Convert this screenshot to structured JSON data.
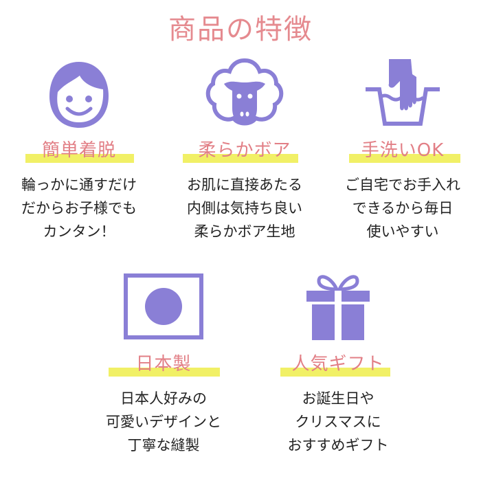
{
  "heading": "商品の特徴",
  "colors": {
    "heading": "#e58a8f",
    "label": "#e27f86",
    "highlight": "#f1f066",
    "icon": "#8a7fd6",
    "text": "#222222"
  },
  "features": [
    {
      "icon": "smiley-face-icon",
      "label": "簡単着脱",
      "lines": [
        "輪っかに通すだけ",
        "だからお子様でも",
        "カンタン！"
      ]
    },
    {
      "icon": "sheep-icon",
      "label": "柔らかボア",
      "lines": [
        "お肌に直接あたる",
        "内側は気持ち良い",
        "柔らかボア生地"
      ]
    },
    {
      "icon": "hand-wash-icon",
      "label": "手洗いOK",
      "lines": [
        "ご自宅でお手入れ",
        "できるから毎日",
        "使いやすい"
      ]
    },
    {
      "icon": "japan-flag-icon",
      "label": "日本製",
      "lines": [
        "日本人好みの",
        "可愛いデザインと",
        "丁寧な縫製"
      ]
    },
    {
      "icon": "gift-box-icon",
      "label": "人気ギフト",
      "lines": [
        "お誕生日や",
        "クリスマスに",
        "おすすめギフト"
      ]
    }
  ]
}
